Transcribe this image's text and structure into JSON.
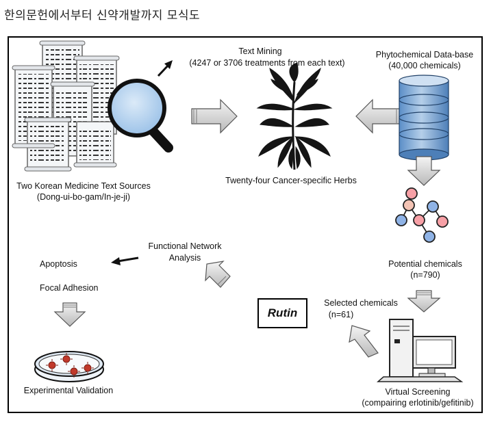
{
  "title": "한의문헌에서부터 신약개발까지 모식도",
  "text_mining": {
    "title": "Text Mining",
    "subtitle": "(4247 or 3706 treatments from each text)"
  },
  "phytochemical_db": {
    "title": "Phytochemical Data-base",
    "subtitle": "(40,000 chemicals)"
  },
  "sources": {
    "line1": "Two Korean Medicine Text Sources",
    "line2": "(Dong-ui-bo-gam/In-je-ji)"
  },
  "herbs": {
    "label": "Twenty-four Cancer-specific Herbs"
  },
  "potential": {
    "line1": "Potential chemicals",
    "line2": "(n=790)"
  },
  "selected": {
    "line1": "Selected chemicals",
    "line2": "(n=61)"
  },
  "rutin": {
    "label": "Rutin"
  },
  "network": {
    "line1": "Functional Network",
    "line2": "Analysis"
  },
  "apoptosis": {
    "label": "Apoptosis"
  },
  "focal": {
    "label": "Focal Adhesion"
  },
  "validation": {
    "label": "Experimental Validation"
  },
  "screening": {
    "line1": "Virtual Screening",
    "line2": "(compairing erlotinib/gefitinib)"
  },
  "node_colors": {
    "pink": "#f7a0a6",
    "blue": "#8fb3e6",
    "peach": "#f3c3b4"
  }
}
